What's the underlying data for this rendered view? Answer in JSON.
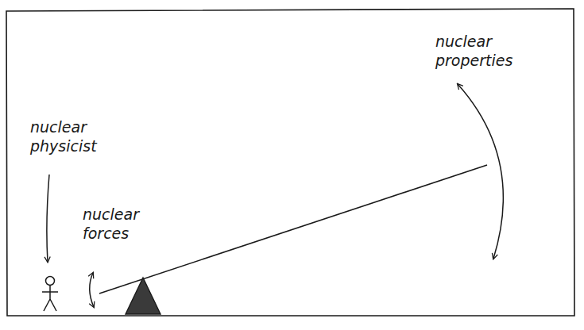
{
  "diagram": {
    "labels": [
      "nuclear physicist",
      "nuclear forces",
      "nuclear properties"
    ]
  }
}
